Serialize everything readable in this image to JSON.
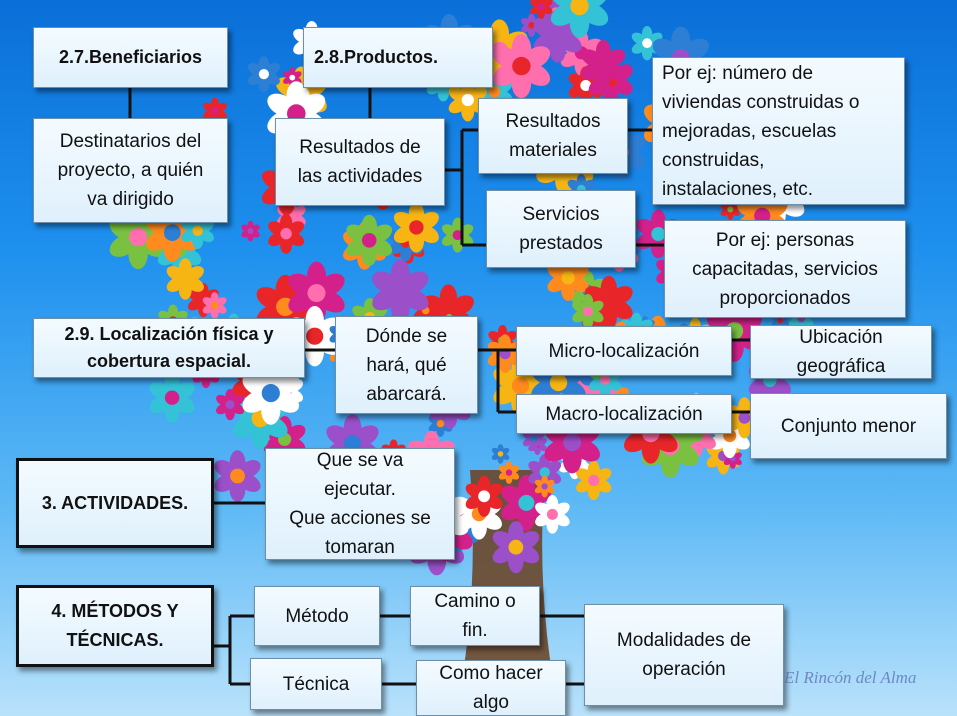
{
  "sections": {
    "beneficiarios": {
      "title": "2.7.Beneficiarios",
      "desc": "Destinatarios del\nproyecto, a quién\nva dirigido"
    },
    "productos": {
      "title": "2.8.Productos.",
      "result": "Resultados de\nlas actividades",
      "materials": "Resultados\nmateriales",
      "materials_example": "Por ej: número de\nviviendas construidas o\nmejoradas, escuelas\nconstruidas,\ninstalaciones, etc.",
      "services": "Servicios\nprestados",
      "services_example": "Por ej: personas\ncapacitadas, servicios\nproporcionados"
    },
    "localizacion": {
      "title": "2.9. Localización física y\ncobertura espacial.",
      "desc": "Dónde se\nhará, qué\nabarcará.",
      "micro": "Micro-localización",
      "micro_desc": "Ubicación\ngeográfica",
      "macro": "Macro-localización",
      "macro_desc": "Conjunto menor"
    },
    "actividades": {
      "title": "3. ACTIVIDADES.",
      "desc": "Que se va\nejecutar.\nQue acciones se\ntomaran"
    },
    "metodos": {
      "title": "4. MÉTODOS Y\nTÉCNICAS.",
      "metodo": "Método",
      "metodo_desc": "Camino o\nfin.",
      "tecnica": "Técnica",
      "tecnica_desc": "Como hacer\nalgo",
      "modalidades": "Modalidades de\noperación"
    }
  },
  "watermark": "El Rincón del Alma",
  "colors": {
    "background": "#1e90ee",
    "box_fill": "#e8f4fd",
    "line": "#111111"
  }
}
